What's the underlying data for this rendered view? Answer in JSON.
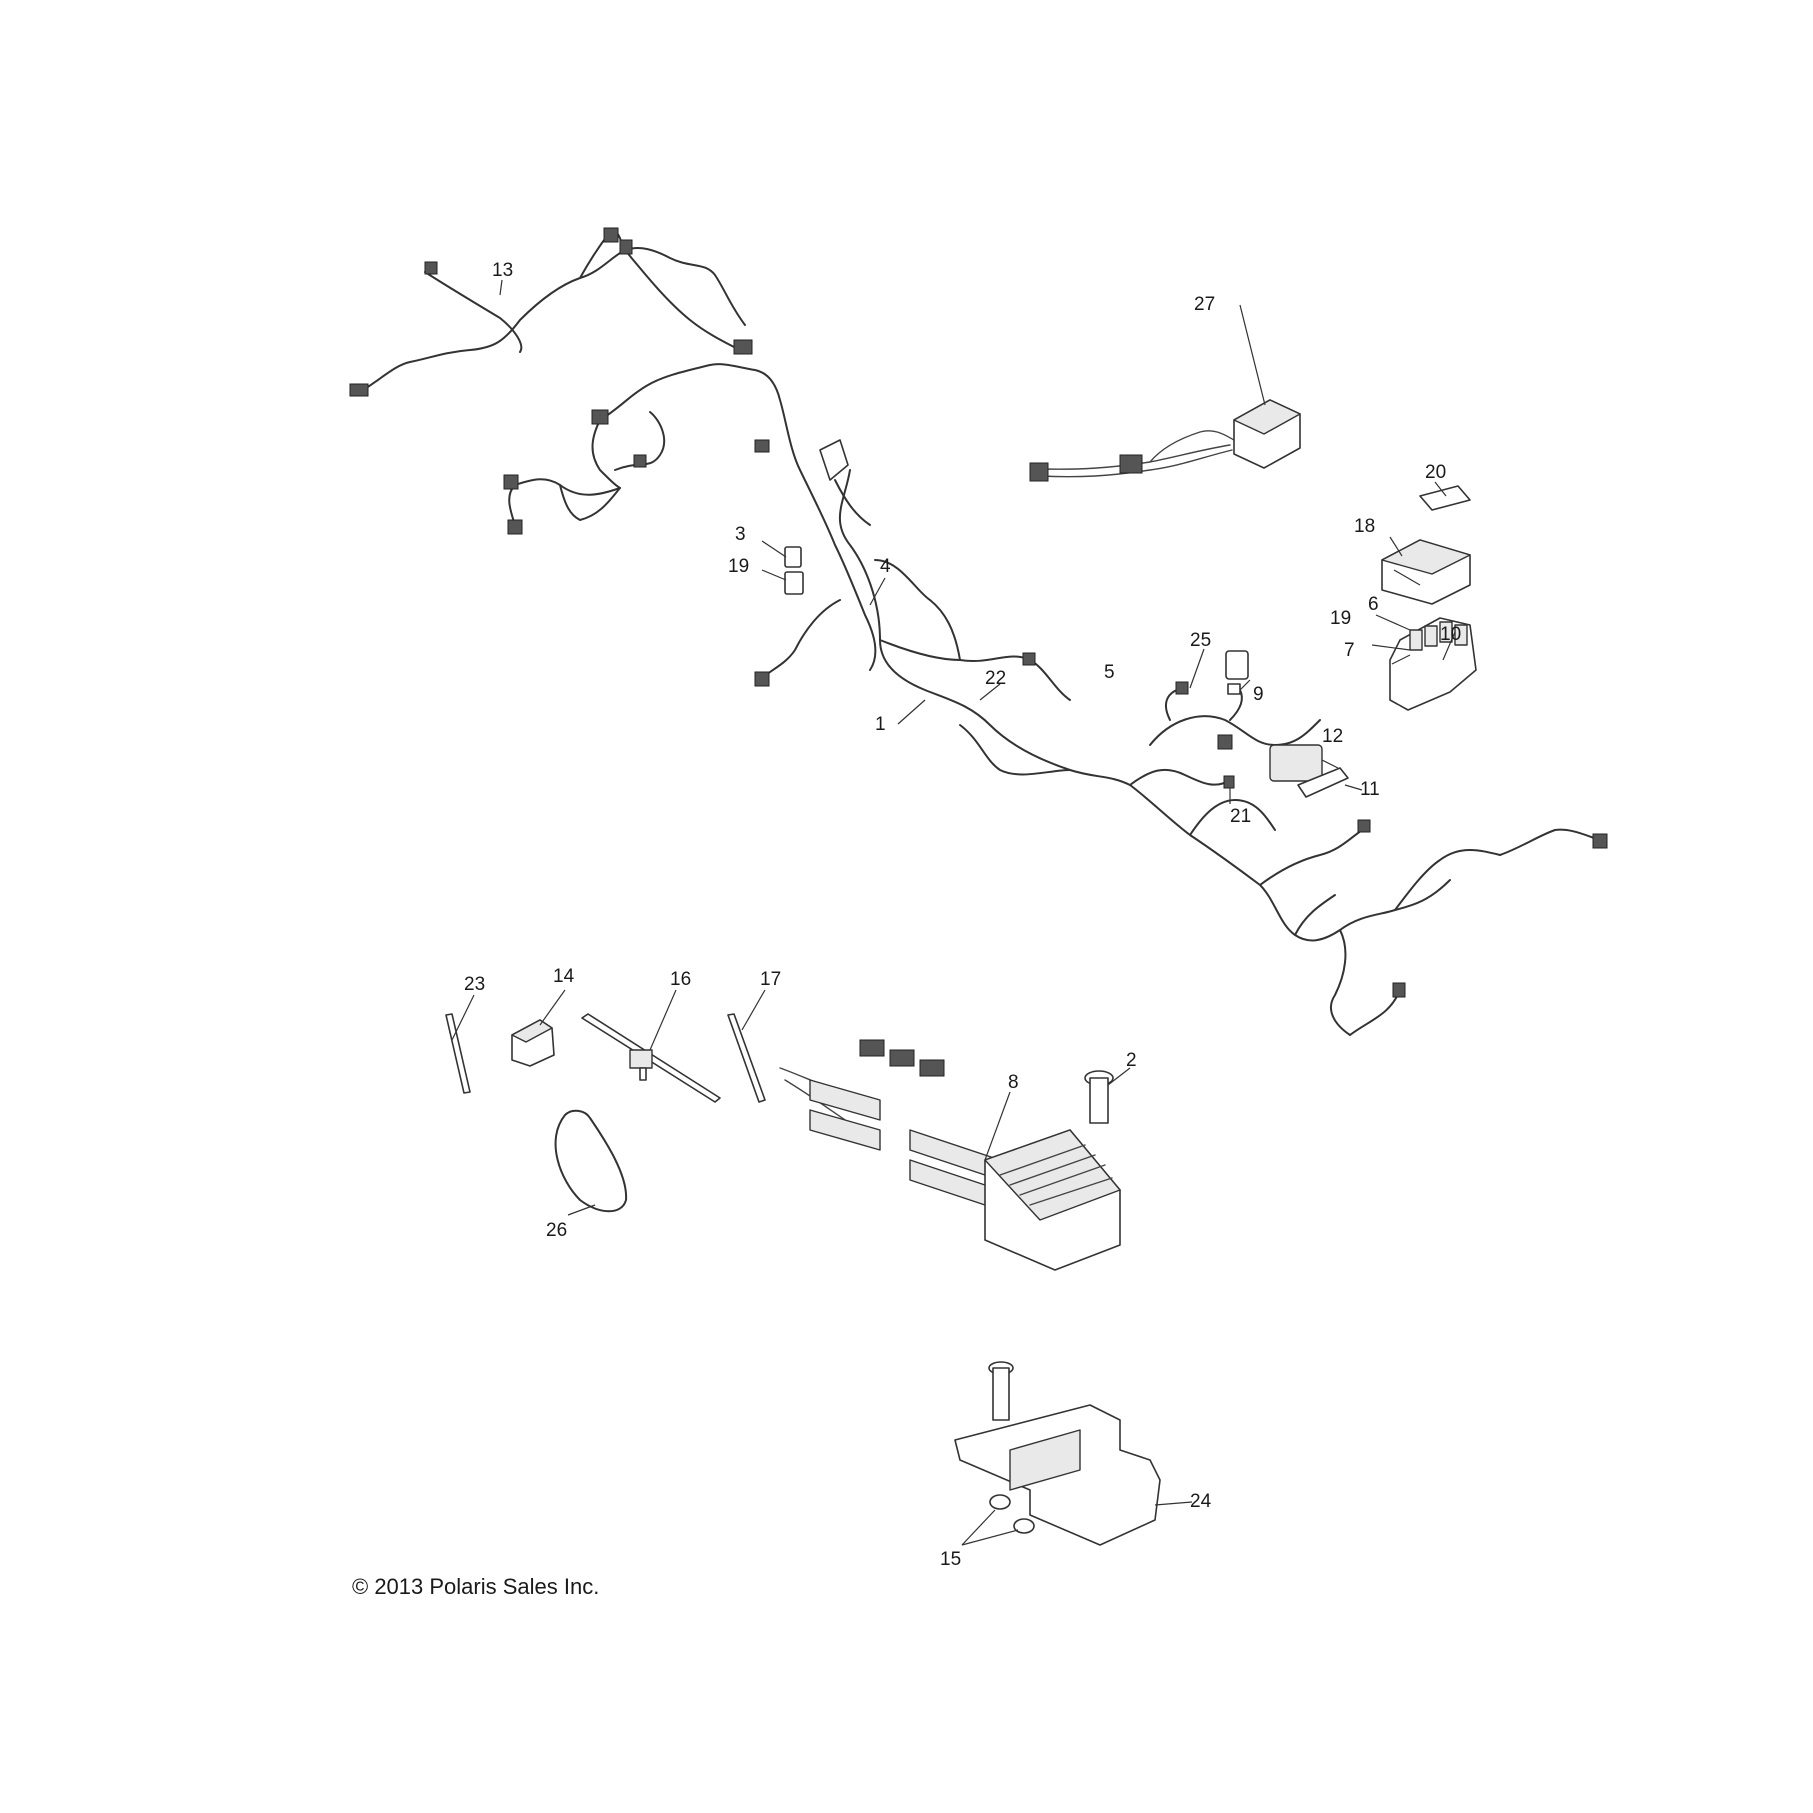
{
  "copyright": "© 2013 Polaris Sales Inc.",
  "callouts": {
    "c1": "1",
    "c2": "2",
    "c3": "3",
    "c4": "4",
    "c5": "5",
    "c6": "6",
    "c7": "7",
    "c8": "8",
    "c9": "9",
    "c10": "10",
    "c11": "11",
    "c12": "12",
    "c13": "13",
    "c14": "14",
    "c15": "15",
    "c16": "16",
    "c17": "17",
    "c18": "18",
    "c19a": "19",
    "c19b": "19",
    "c20": "20",
    "c21": "21",
    "c22": "22",
    "c23": "23",
    "c24": "24",
    "c25": "25",
    "c26": "26",
    "c27": "27"
  }
}
